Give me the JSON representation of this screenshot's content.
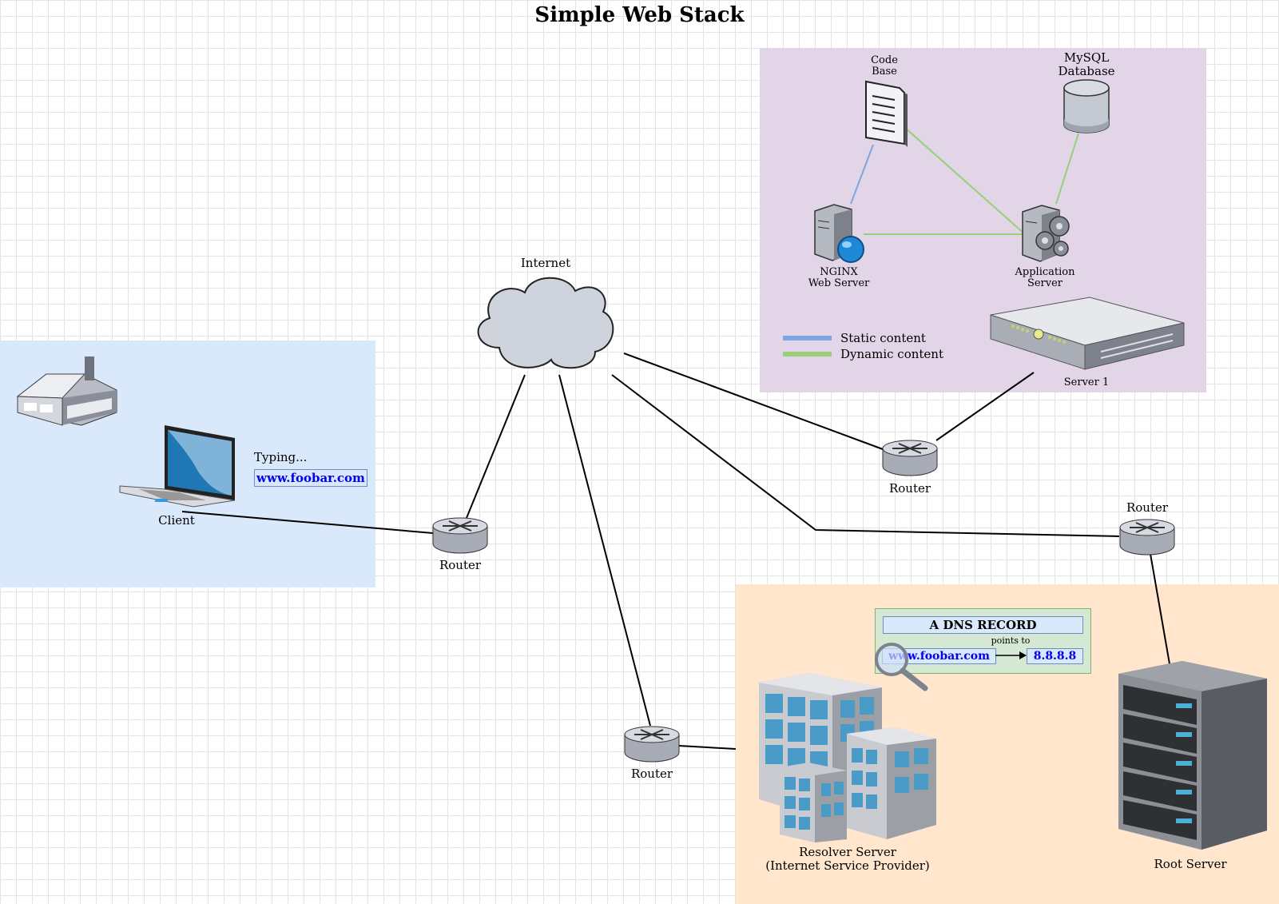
{
  "title": "Simple Web Stack",
  "client_zone": {
    "client_label": "Client",
    "typing_label": "Typing...",
    "typed_url": "www.foobar.com"
  },
  "internet_label": "Internet",
  "routers": {
    "client": "Router",
    "server": "Router",
    "root": "Router",
    "resolver": "Router"
  },
  "server_zone": {
    "code_base": "Code\nBase",
    "mysql": "MySQL\nDatabase",
    "nginx": "NGINX\nWeb Server",
    "app_server": "Application\nServer",
    "server_name": "Server 1",
    "legend": [
      {
        "label": "Static content",
        "color": "#7ea6e0"
      },
      {
        "label": "Dynamic content",
        "color": "#97d077"
      }
    ]
  },
  "dns_zone": {
    "record_title": "A DNS RECORD",
    "points_to": "points to",
    "domain": "www.foobar.com",
    "ip": "8.8.8.8",
    "resolver_label": "Resolver Server\n(Internet Service Provider)",
    "root_label": "Root Server"
  },
  "colors": {
    "client_zone": "#dae8fc",
    "server_zone": "#e1d5e7",
    "dns_zone": "#ffe6cc",
    "dns_card": "#d5e8d4"
  }
}
